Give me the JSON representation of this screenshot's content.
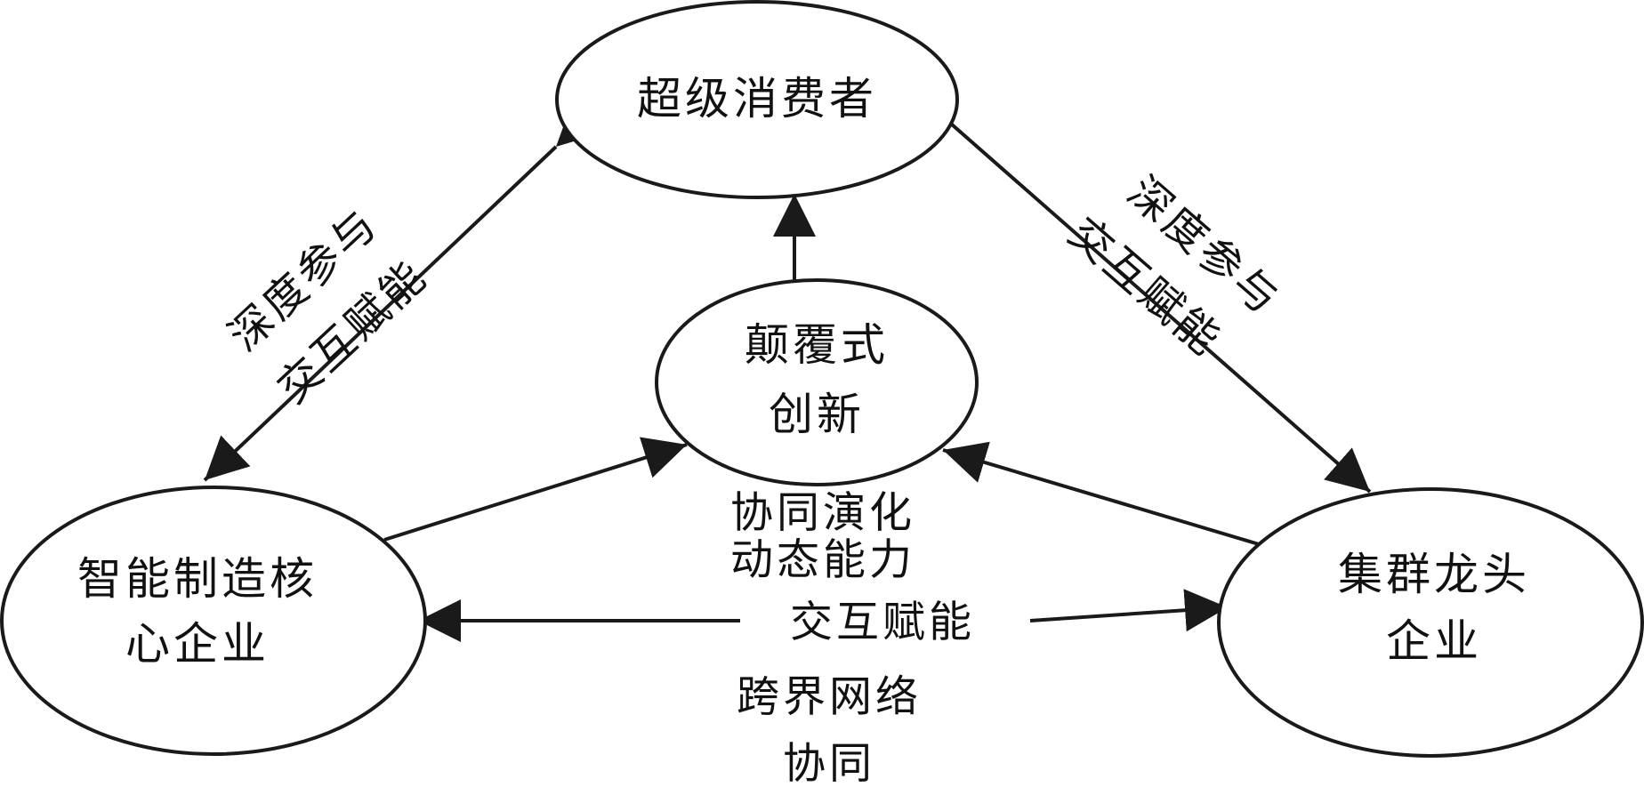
{
  "nodes": {
    "super_consumer": "超级消费者",
    "disruptive_innovation": [
      "颠覆式",
      "创新"
    ],
    "smart_manufacturing": [
      "智能制造核",
      "心企业"
    ],
    "cluster_leader": [
      "集群龙头",
      "企业"
    ]
  },
  "edge_labels": {
    "left_deep_participation": "深度参与",
    "left_interactive_empowerment": "交互赋能",
    "right_deep_participation": "深度参与",
    "right_interactive_empowerment": "交互赋能",
    "center_synergy": "协同演化",
    "center_dynamic": "动态能力",
    "bottom_interactive_empowerment": "交互赋能",
    "bottom_cross_network": "跨界网络",
    "bottom_synergy": "协同"
  },
  "colors": {
    "stroke": "#1a1a1a",
    "text": "#111111",
    "background": "#ffffff"
  }
}
